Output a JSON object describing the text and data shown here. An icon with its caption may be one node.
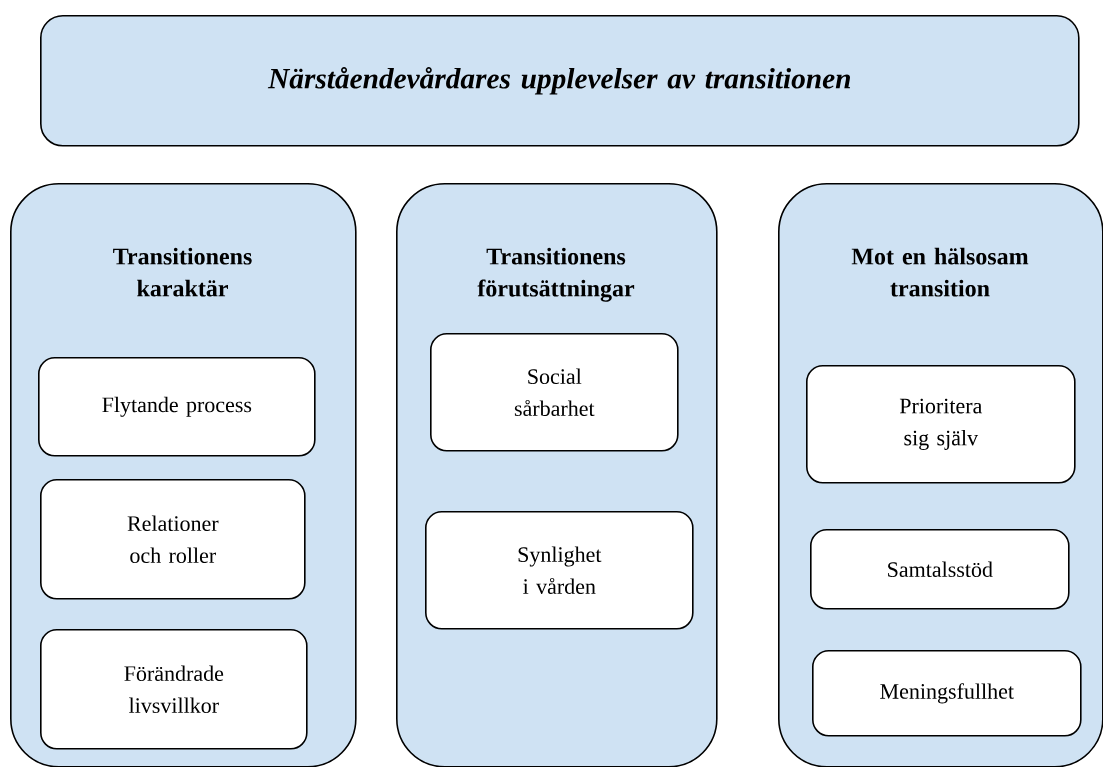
{
  "diagram": {
    "nodes": [
      {
        "text": [
          "Närståendevårdares upplevelser av transitionen"
        ]
      },
      {
        "text": [
          "Transitionens karaktär"
        ]
      },
      {
        "text": [
          "Flytande process"
        ],
        "in": 1
      },
      {
        "text": [
          "Relationer och roller"
        ],
        "in": 1
      },
      {
        "text": [
          "Förändrade livsvillkor"
        ],
        "in": 1
      },
      {
        "text": [
          "Transitionens förutsättningar"
        ]
      },
      {
        "text": [
          "Social sårbarhet"
        ],
        "in": 5
      },
      {
        "text": [
          "Synlighet i vården"
        ],
        "in": 5
      },
      {
        "text": [
          "Mot en hälsosam transition"
        ]
      },
      {
        "text": [
          "Prioritera sig själv"
        ],
        "in": 8
      },
      {
        "text": [
          "Samtalsstöd"
        ],
        "in": 8
      },
      {
        "text": [
          "Meningsfullhet"
        ],
        "in": 8
      }
    ]
  }
}
